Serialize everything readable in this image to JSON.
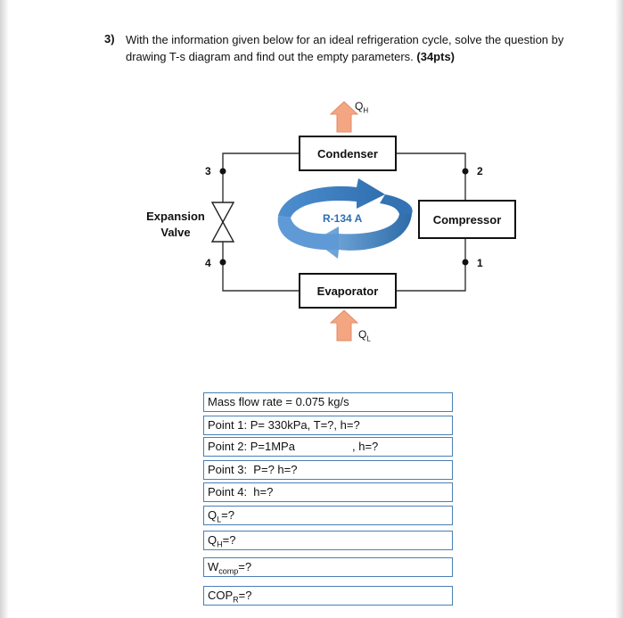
{
  "question": {
    "number": "3)",
    "text": "With the information given below for an ideal refrigeration cycle, solve the question by drawing T-s diagram and find out the empty parameters.",
    "points": "(34pts)"
  },
  "diagram": {
    "condenser": "Condenser",
    "compressor": "Compressor",
    "evaporator": "Evaporator",
    "expansion_valve": [
      "Expansion",
      "Valve"
    ],
    "refrigerant": "R-134 A",
    "q_high": {
      "base": "Q",
      "sub": "H"
    },
    "q_low": {
      "base": "Q",
      "sub": "L"
    },
    "state_points": [
      "1",
      "2",
      "3",
      "4"
    ],
    "colors": {
      "heat_arrow": "#f4a582",
      "cycle_arrow": "#3a78bd",
      "table_border": "#4a7fb5"
    }
  },
  "given": {
    "mass_flow": "Mass flow rate = 0.075 kg/s",
    "point1": "Point 1: P= 330kPa, T=?, h=?",
    "point2": "Point 2: P=1MPa",
    "point2_h": ", h=?",
    "point3": "Point 3:  P=? h=?",
    "point4": "Point 4:  h=?",
    "ql": {
      "base": "Q",
      "sub": "L",
      "rest": "=?"
    },
    "qh": {
      "base": "Q",
      "sub": "H",
      "rest": "=?"
    },
    "wcomp": {
      "base": "W",
      "sub": "comp",
      "rest": "=?"
    },
    "cop": {
      "base": "COP",
      "sub": "R",
      "rest": "=?"
    }
  }
}
